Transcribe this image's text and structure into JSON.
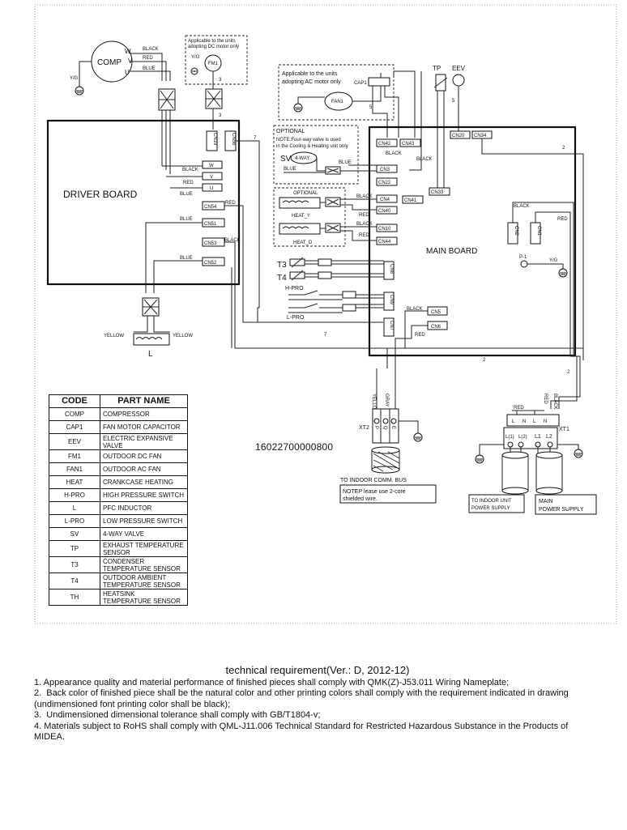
{
  "diagram": {
    "driver_board": "DRIVER BOARD",
    "main_board": "MAIN BOARD",
    "comp": "COMP",
    "comp_w": "W",
    "comp_v": "V",
    "comp_u": "U",
    "yg": "Y/G",
    "black": "BLACK",
    "red": "RED",
    "blue": "BLUE",
    "yellow": "YELLOW",
    "gray": "GRAY",
    "dc_note_1": "Applicable to the units",
    "dc_note_2": "adopting DC  motor only",
    "fm1": "FM1",
    "ac_note_1": "Applicable to the units",
    "ac_note_2": "adopting AC  motor only",
    "cap1": "CAP1",
    "fan1": "FAN1",
    "tp": "TP",
    "eev": "EEV",
    "num_5": "5",
    "num_7": "7",
    "num_2": "2",
    "num_3": "3",
    "optional_sv": "OPTIONAL",
    "sv_note_1": "NOTE:Four-way valve  is used",
    "sv_note_2": "in the Cooling  & Heating unit only",
    "sv": "SV",
    "four_way": "4-WAY",
    "optional_heat": "OPTIONAL",
    "heat_y": "HEAT_Y",
    "heat_d": "HEAT_D",
    "t3": "T3",
    "t4": "T4",
    "hpro": "H-PRO",
    "lpro": "L-PRO",
    "l": "L",
    "p1": "P-1",
    "xt2": "XT2",
    "xt1": "XT1",
    "indoor_comm": "TO INDOOR COMM. BUS",
    "note_1": "NOTEP  lease use 2-core",
    "note_2": "shielded wire.",
    "indoor_supply_1": "TO INDOOR  UNIT",
    "indoor_supply_2": "POWER SUPPLY",
    "main_supply_1": "MAIN",
    "main_supply_2": "POWER SUPPLY",
    "terminals": [
      "P",
      "Q",
      "E"
    ],
    "xt1_terms": [
      "L(1)",
      "L(2)",
      "L1",
      "L2"
    ],
    "xt1_top": [
      "L",
      "N",
      "L",
      "N"
    ],
    "connectors": {
      "w": "W",
      "v": "V",
      "u": "U",
      "cn19": "CN19",
      "cn56": "CN56",
      "cn54": "CN54",
      "cn51": "CN51",
      "cn53": "CN53",
      "cn52": "CN52",
      "cn42": "CN42",
      "cn43": "CN43",
      "cn3": "CN3",
      "cn22": "CN22",
      "cn41": "CN41",
      "cn33": "CN33",
      "cn20": "CN20",
      "cn34": "CN34",
      "cn4": "CN4",
      "cn40": "CN40",
      "cn10": "CN10",
      "cn44": "CN44",
      "cn8": "CN8",
      "cn9": "CN9",
      "cn5": "CN5",
      "cn6": "CN6",
      "cn7": "CN7",
      "cn2": "CN2",
      "cn1": "CN1"
    }
  },
  "doc_number": "16022700000800",
  "parts_table": {
    "headers": [
      "CODE",
      "PART NAME"
    ],
    "rows": [
      {
        "code": "COMP",
        "name": "COMPRESSOR"
      },
      {
        "code": "CAP1",
        "name": "FAN MOTOR CAPACITOR"
      },
      {
        "code": "EEV",
        "name": "ELECTRIC EXPANSIVE VALVE"
      },
      {
        "code": "FM1",
        "name": "OUTDOOR DC  FAN"
      },
      {
        "code": "FAN1",
        "name": "OUTDOOR AC FAN"
      },
      {
        "code": "HEAT",
        "name": "CRANKCASE HEATING"
      },
      {
        "code": "H-PRO",
        "name": "HIGH PRESSURE SWITCH"
      },
      {
        "code": "L",
        "name": "PFC INDUCTOR"
      },
      {
        "code": "L-PRO",
        "name": "LOW PRESSURE SWITCH"
      },
      {
        "code": "SV",
        "name": "4-WAY VALVE"
      },
      {
        "code": "TP",
        "name": "EXHAUST TEMPERATURE SENSOR"
      },
      {
        "code": "T3",
        "name": "CONDENSER TEMPERATURE SENSOR"
      },
      {
        "code": "T4",
        "name": "OUTDOOR AMBIENT TEMPERATURE SENSOR"
      },
      {
        "code": "TH",
        "name": "HEATSINK TEMPERATURE SENSOR"
      }
    ]
  },
  "technical_requirement": {
    "title": "technical requirement(Ver.: D, 2012-12)",
    "lines": [
      "1. Appearance quality and material performance of finished pieces shall comply with QMK(Z)-J53.011 Wiring Nameplate;",
      "2.  Back color of finished piece shall be the natural color and other printing colors shall comply with the requirement indicated in drawing (undimensioned font printing color shall be black);",
      "3.  Undimensioned dimensional tolerance shall comply with GB/T1804-v;",
      "4. Materials subject to RoHS shall comply with QML-J11.006 Technical Standard for Restricted Hazardous Substance in the Products of MIDEA."
    ]
  }
}
